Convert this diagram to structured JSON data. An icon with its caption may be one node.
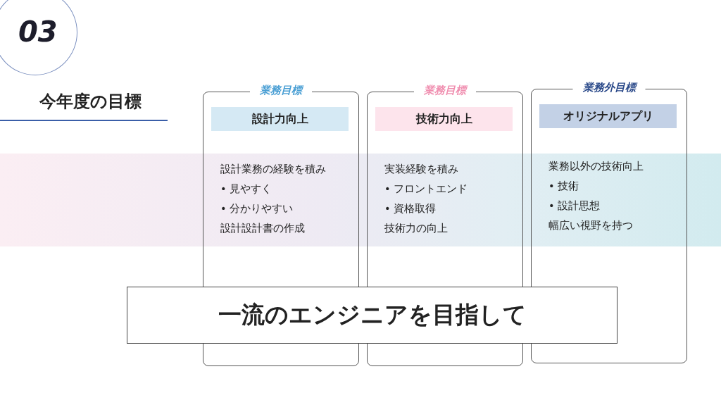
{
  "diagram": {
    "nodes": [
      {
        "text": [
          "03"
        ]
      },
      {
        "text": [
          "業務目標",
          "設計業務の経験を積み",
          "• 見やすく",
          "• 分かりやすい",
          "設計設計書の作成"
        ]
      },
      {
        "text": [
          "設計力向上"
        ],
        "in": 1
      },
      {
        "text": [
          "業務目標",
          "実装経験を積み",
          "• フロントエンド",
          "• 資格取得",
          "技術力の向上"
        ]
      },
      {
        "text": [
          "技術力向上"
        ],
        "in": 3
      },
      {
        "text": [
          "業務外目標",
          "業務以外の技術向上",
          "• 技術",
          "• 設計思想",
          "幅広い視野を持つ"
        ]
      },
      {
        "text": [
          "オリジナルアプリ"
        ],
        "in": 5
      },
      {
        "text": [
          "一流のエンジニアを目指して"
        ]
      }
    ],
    "labels": [
      "今年度の目標"
    ]
  }
}
